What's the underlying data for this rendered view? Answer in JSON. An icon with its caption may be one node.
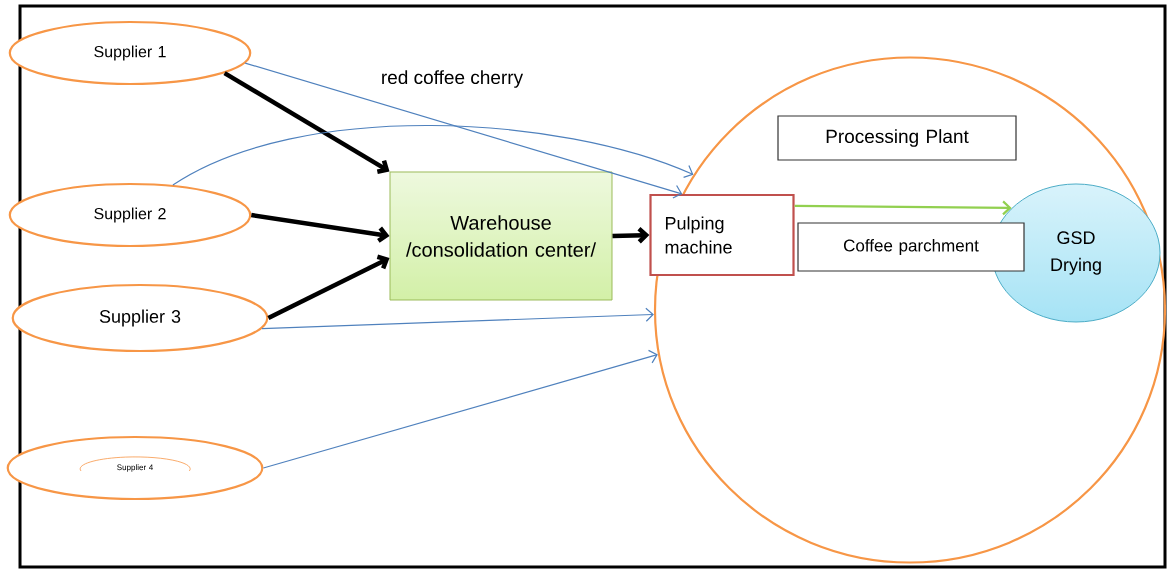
{
  "diagram": {
    "nodes": [
      {
        "text": [
          "Supplier 1"
        ]
      },
      {
        "text": [
          "Supplier 2"
        ]
      },
      {
        "text": [
          "Supplier 3"
        ]
      },
      {
        "text": [
          "Supplier 4"
        ]
      },
      {
        "text": [
          "Warehouse /consolidation center/"
        ]
      },
      {
        "text": [],
        "shape": "circle"
      },
      {
        "text": [
          "Processing Plant"
        ],
        "in": 5
      },
      {
        "text": [
          "Pulping machine"
        ],
        "in": 5
      },
      {
        "text": [
          "Coffee parchment"
        ],
        "in": 5
      },
      {
        "text": [
          "GSD Drying"
        ],
        "in": 5
      }
    ],
    "edges": [
      {
        "from": 0,
        "to": 4,
        "arrow": "to",
        "style": "thick"
      },
      {
        "from": 0,
        "to": 5,
        "arrow": "to",
        "label": "red coffee cherry",
        "color": "#4f81bd"
      },
      {
        "from": 1,
        "to": 5,
        "arrow": "to",
        "color": "#4f81bd"
      },
      {
        "from": 1,
        "to": 4,
        "arrow": "to",
        "style": "thick"
      },
      {
        "from": 2,
        "to": 4,
        "arrow": "to",
        "style": "thick"
      },
      {
        "from": 2,
        "to": 5,
        "arrow": "to",
        "color": "#4f81bd"
      },
      {
        "from": 3,
        "to": 5,
        "arrow": "to",
        "color": "#4f81bd"
      },
      {
        "from": 4,
        "to": 7,
        "arrow": "to",
        "style": "thick"
      },
      {
        "from": 7,
        "to": 9,
        "arrow": "to",
        "color": "#92d050"
      }
    ]
  }
}
